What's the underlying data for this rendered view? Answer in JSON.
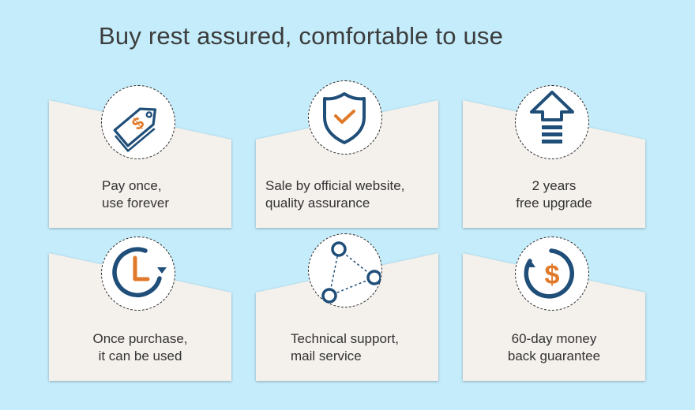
{
  "title": "Buy rest assured, comfortable to use",
  "colors": {
    "background": "#c4ecfb",
    "card": "#f4f0ec",
    "icon_blue": "#1f4e79",
    "icon_orange": "#e07a2a"
  },
  "features": [
    {
      "icon": "price-tag-dollar-icon",
      "line1": "Pay once,",
      "line2": "use forever"
    },
    {
      "icon": "shield-check-icon",
      "line1": "Sale by official website,",
      "line2": "quality assurance"
    },
    {
      "icon": "upgrade-arrow-icon",
      "line1": "2 years",
      "line2": "free upgrade"
    },
    {
      "icon": "clock-icon",
      "line1": "Once purchase,",
      "line2": "it can be used"
    },
    {
      "icon": "network-icon",
      "line1": "Technical support,",
      "line2": "mail service"
    },
    {
      "icon": "money-back-icon",
      "line1": "60-day money",
      "line2": "back guarantee"
    }
  ]
}
